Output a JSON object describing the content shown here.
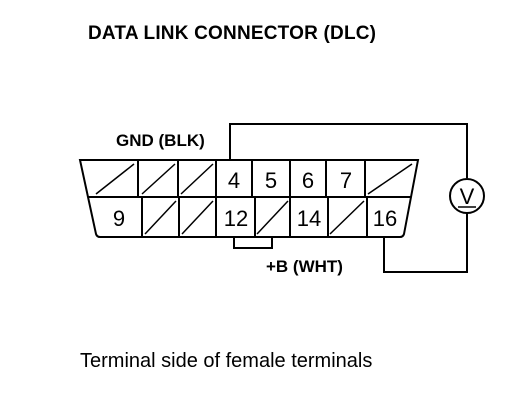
{
  "title": "DATA LINK CONNECTOR (DLC)",
  "caption": "Terminal side of female terminals",
  "labels": {
    "gnd": "GND (BLK)",
    "b_plus": "+B (WHT)",
    "voltmeter": "V"
  },
  "pins_top": [
    "",
    "",
    "",
    "4",
    "5",
    "6",
    "7",
    ""
  ],
  "pins_bottom": [
    "9",
    "",
    "",
    "12",
    "",
    "14",
    "",
    "16"
  ],
  "icons": {
    "voltmeter": "voltmeter-icon"
  }
}
